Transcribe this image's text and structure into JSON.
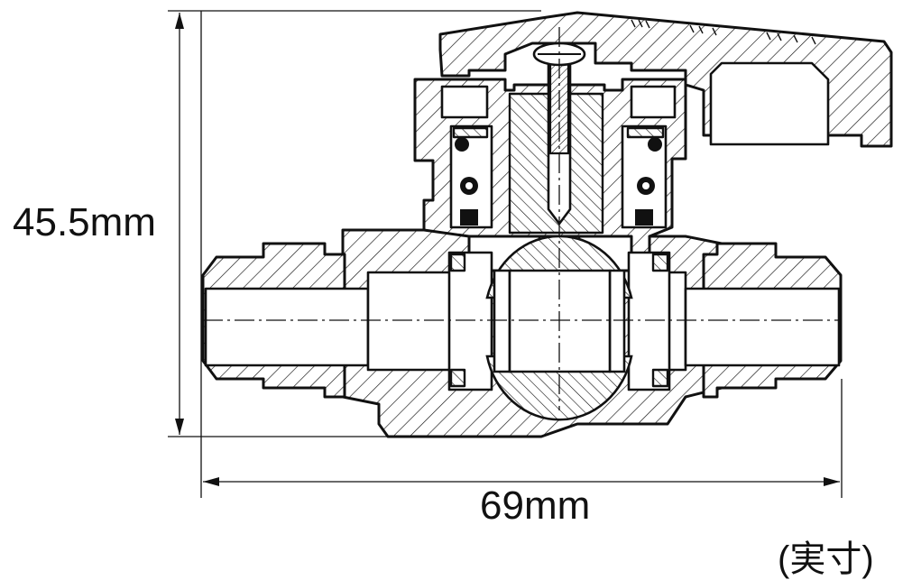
{
  "dimensions": {
    "height_label": "45.5mm",
    "width_label": "69mm"
  },
  "scale_note": "(実寸)"
}
